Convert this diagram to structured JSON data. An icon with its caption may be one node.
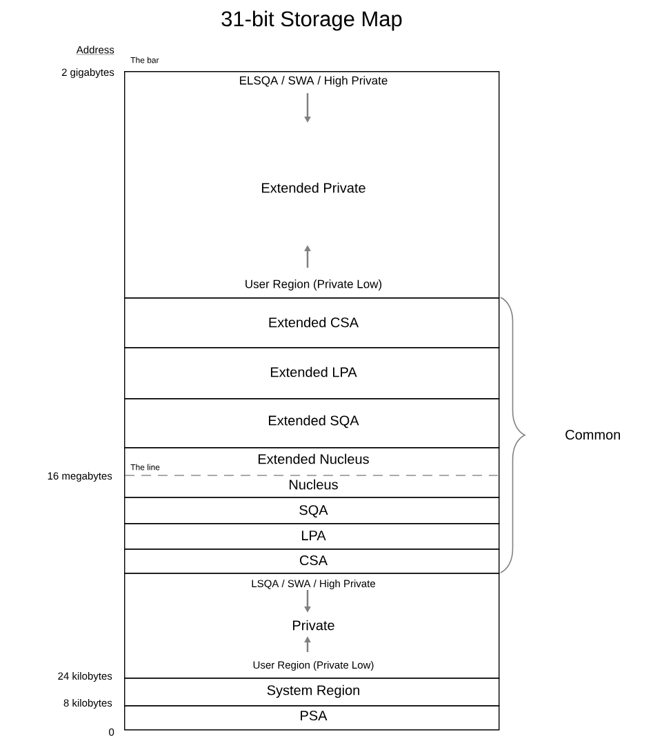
{
  "diagram": {
    "title": "31-bit Storage Map",
    "nodes": [
      {
        "text": [
          "ELSQA / SWA / High Private",
          "Extended Private",
          "User Region (Private Low)"
        ]
      },
      {
        "text": [
          "Extended CSA"
        ]
      },
      {
        "text": [
          "Extended LPA"
        ]
      },
      {
        "text": [
          "Extended SQA"
        ]
      },
      {
        "text": [
          "Extended Nucleus",
          "Nucleus"
        ]
      },
      {
        "text": [
          "SQA"
        ]
      },
      {
        "text": [
          "LPA"
        ]
      },
      {
        "text": [
          "CSA"
        ]
      },
      {
        "text": [
          "LSQA / SWA / High Private",
          "Private",
          "User Region (Private Low)"
        ]
      },
      {
        "text": [
          "System Region"
        ]
      },
      {
        "text": [
          "PSA"
        ]
      }
    ],
    "labels": [
      "Address",
      "The bar",
      "2 gigabytes",
      "Common",
      "The line",
      "16 megabytes",
      "24 kilobytes",
      "8 kilobytes",
      "0"
    ]
  }
}
